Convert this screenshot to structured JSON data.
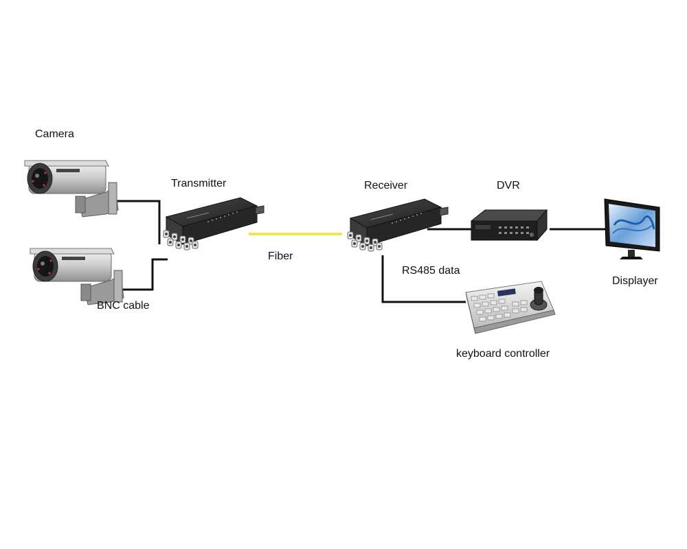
{
  "labels": {
    "camera": "Camera",
    "transmitter": "Transmitter",
    "receiver": "Receiver",
    "dvr": "DVR",
    "fiber": "Fiber",
    "rs485": "RS485 data",
    "displayer": "Displayer",
    "bnc_cable": "BNC cable",
    "keyboard_controller": "keyboard controller"
  },
  "colors": {
    "cable": "#111111",
    "fiber": "#f2e33a",
    "device_dark": "#2b2b2b",
    "device_light": "#d9d9d9",
    "camera_body": "#cfcfcf"
  },
  "icons": {
    "camera": "cctv-camera-icon",
    "transmitter": "fiber-transmitter-icon",
    "receiver": "fiber-receiver-icon",
    "dvr": "dvr-icon",
    "displayer": "monitor-icon",
    "keyboard_controller": "ptz-keyboard-icon"
  }
}
